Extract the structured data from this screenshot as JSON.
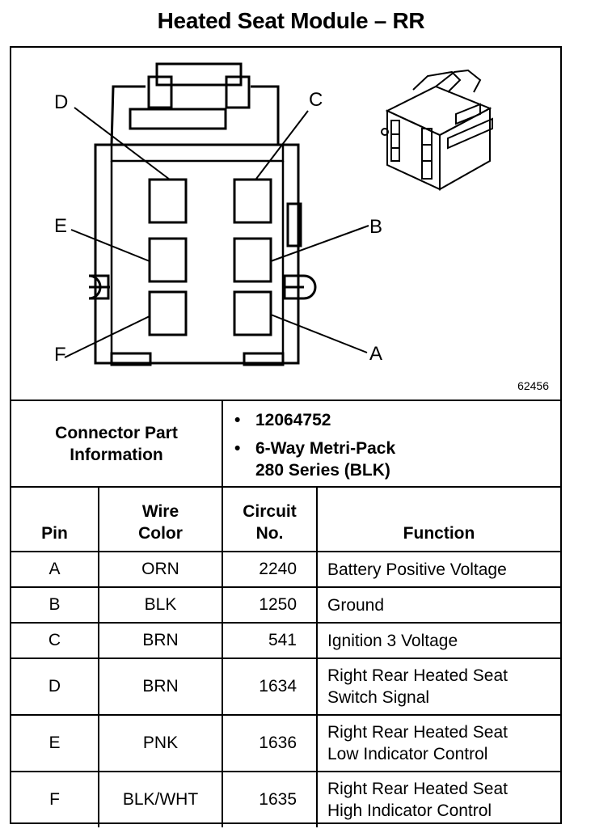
{
  "title": "Heated Seat Module – RR",
  "diagram": {
    "figure_id": "62456",
    "pin_labels": {
      "A": "A",
      "B": "B",
      "C": "C",
      "D": "D",
      "E": "E",
      "F": "F"
    }
  },
  "connector_info": {
    "label": "Connector Part Information",
    "label_line1": "Connector Part",
    "label_line2": "Information",
    "bullet": "•",
    "part_number": "12064752",
    "description_line1": "6-Way Metri-Pack",
    "description_line2": "280 Series (BLK)"
  },
  "table": {
    "headers": {
      "pin": "Pin",
      "wire_color_line1": "Wire",
      "wire_color_line2": "Color",
      "circuit_line1": "Circuit",
      "circuit_line2": "No.",
      "function": "Function"
    },
    "rows": [
      {
        "pin": "A",
        "wire_color": "ORN",
        "circuit": "2240",
        "function_line1": "Battery Positive Voltage",
        "function_line2": ""
      },
      {
        "pin": "B",
        "wire_color": "BLK",
        "circuit": "1250",
        "function_line1": "Ground",
        "function_line2": ""
      },
      {
        "pin": "C",
        "wire_color": "BRN",
        "circuit": "541",
        "function_line1": "Ignition 3 Voltage",
        "function_line2": ""
      },
      {
        "pin": "D",
        "wire_color": "BRN",
        "circuit": "1634",
        "function_line1": "Right Rear Heated Seat",
        "function_line2": "Switch Signal"
      },
      {
        "pin": "E",
        "wire_color": "PNK",
        "circuit": "1636",
        "function_line1": "Right Rear Heated Seat",
        "function_line2": "Low Indicator Control"
      },
      {
        "pin": "F",
        "wire_color": "BLK/WHT",
        "circuit": "1635",
        "function_line1": "Right Rear Heated Seat",
        "function_line2": "High Indicator Control"
      }
    ]
  }
}
